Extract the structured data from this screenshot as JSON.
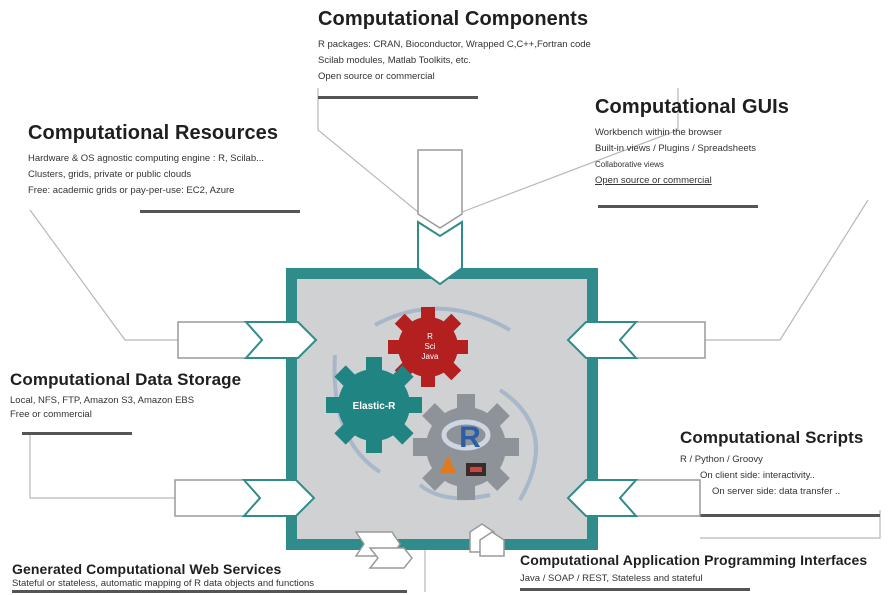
{
  "components": {
    "title": "Computational Components",
    "lines": [
      "R packages: CRAN, Bioconductor, Wrapped C,C++,Fortran code",
      "Scilab modules, Matlab Toolkits, etc.",
      "Open source or commercial"
    ]
  },
  "guis": {
    "title": "Computational GUIs",
    "lines": [
      "Workbench within the browser",
      "Built-in views / Plugins / Spreadsheets",
      "Collaborative views",
      "Open source or commercial"
    ]
  },
  "resources": {
    "title": "Computational Resources",
    "lines": [
      "Hardware & OS agnostic computing engine : R, Scilab...",
      "Clusters, grids, private or public clouds",
      "Free: academic grids or pay-per-use: EC2, Azure"
    ]
  },
  "storage": {
    "title": "Computational Data Storage",
    "lines": [
      "Local, NFS, FTP, Amazon S3, Amazon EBS",
      "Free or commercial"
    ]
  },
  "scripts": {
    "title": "Computational Scripts",
    "lines": [
      "R / Python / Groovy",
      "On client side: interactivity..",
      "On server side: data transfer .."
    ]
  },
  "webservices": {
    "title": "Generated Computational Web Services",
    "lines": [
      "Stateful or stateless, automatic mapping of R data objects and functions"
    ]
  },
  "api": {
    "title": "Computational Application Programming Interfaces",
    "lines": [
      "Java / SOAP / REST, Stateless and stateful"
    ]
  },
  "gears": {
    "red": {
      "label_lines": [
        "R",
        "Sci",
        "Java"
      ]
    },
    "teal": {
      "label": "Elastic-R"
    },
    "gray": {
      "label": "R"
    }
  },
  "colors": {
    "frame": "#2f8c8a",
    "core_fill": "#cfd1d3",
    "red_gear": "#b41f1f",
    "teal_gear": "#1f8482",
    "gray_gear": "#8d9398",
    "r_blue": "#2a5fa8",
    "arc": "#9fb0c8"
  }
}
